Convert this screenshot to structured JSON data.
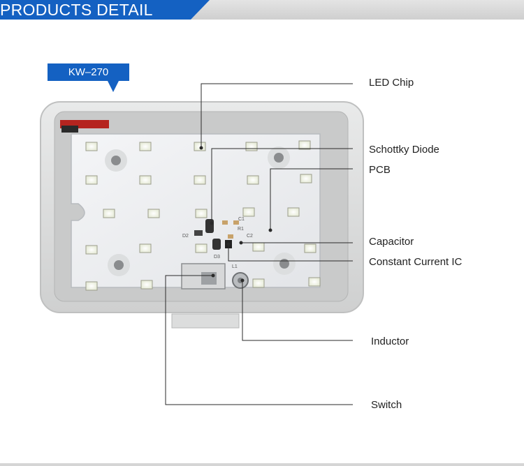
{
  "header": {
    "title": "PRODUCTS DETAIL",
    "accent_color": "#1461c2"
  },
  "model_tag": {
    "label": "KW–270"
  },
  "product": {
    "silkscreen": [
      "D2",
      "D3",
      "L1",
      "C1",
      "C2",
      "R1"
    ]
  },
  "callouts": [
    {
      "id": "led-chip",
      "label": "LED Chip"
    },
    {
      "id": "schottky-diode",
      "label": "Schottky Diode"
    },
    {
      "id": "pcb",
      "label": "PCB"
    },
    {
      "id": "capacitor",
      "label": "Capacitor"
    },
    {
      "id": "constant-current-ic",
      "label": "Constant Current IC"
    },
    {
      "id": "inductor",
      "label": "Inductor"
    },
    {
      "id": "switch",
      "label": "Switch"
    }
  ]
}
